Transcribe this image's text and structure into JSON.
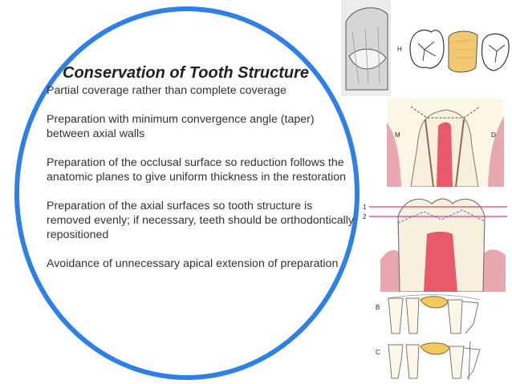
{
  "slide": {
    "title": "Conservation of Tooth Structure",
    "bullets": [
      "Partial coverage rather than complete coverage",
      "Preparation with minimum convergence angle (taper) between axial walls",
      "Preparation of the occlusal surface so reduction follows the anatomic planes to give uniform thickness in the restoration",
      "Preparation of the axial surfaces so tooth structure is removed evenly; if necessary, teeth should be orthodontically repositioned",
      "Avoidance of unnecessary apical extension of preparation"
    ]
  },
  "figures": {
    "molar_views": {
      "label_h": "H"
    },
    "convergence_section": {
      "label_m": "M",
      "label_d": "D"
    },
    "occlusal_reduction": {
      "label_1": "1",
      "label_2": "2"
    },
    "bridge_top": {
      "label": "B"
    },
    "bridge_bottom": {
      "label": "C"
    }
  },
  "colors": {
    "ring": "#2f80e4",
    "gingiva": "#e8a8b0",
    "pulp": "#e85a6a",
    "tooth": "#f6f0dc",
    "restoration": "#f2c860",
    "reduction_line": "#d9408a"
  }
}
